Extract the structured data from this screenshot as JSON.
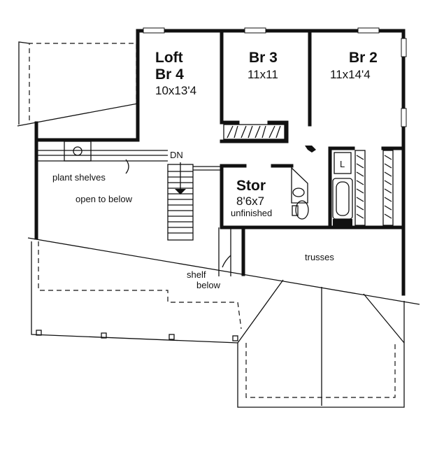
{
  "rooms": {
    "loft": {
      "name_line1": "Loft",
      "name_line2": "Br 4",
      "dims": "10x13'4"
    },
    "br3": {
      "name": "Br 3",
      "dims": "11x11"
    },
    "br2": {
      "name": "Br 2",
      "dims": "11x14'4"
    },
    "stor": {
      "name": "Stor",
      "dims": "8'6x7",
      "note": "unfinished"
    }
  },
  "labels": {
    "stair_direction": "DN",
    "plant_shelves": "plant shelves",
    "open_to_below": "open to below",
    "trusses": "trusses",
    "shelf_line1": "shelf",
    "shelf_line2": "below",
    "linen": "L"
  }
}
